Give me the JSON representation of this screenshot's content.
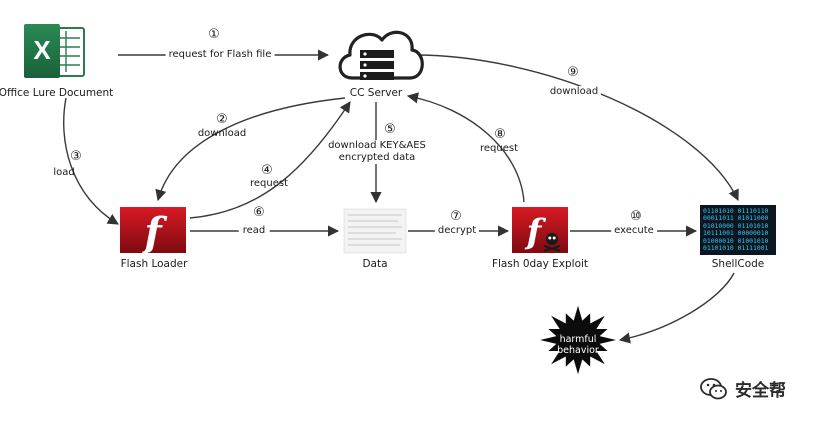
{
  "nodes": {
    "office": {
      "label": "Office Lure Document"
    },
    "server": {
      "label": "CC Server"
    },
    "loader": {
      "label": "Flash Loader"
    },
    "data": {
      "label": "Data"
    },
    "exploit": {
      "label": "Flash 0day Exploit"
    },
    "shellcode": {
      "label": "ShellCode",
      "binary_lines": [
        "01101010 01110110",
        "00011011 01011000",
        "01010000 01101010",
        "10111001 00000010",
        "01000010 01001010",
        "01101010 01111001"
      ]
    },
    "harmful": {
      "line1": "harmful",
      "line2": "behavior"
    }
  },
  "steps": {
    "s1": {
      "num": "①",
      "label": "request for Flash file"
    },
    "s2": {
      "num": "②",
      "label": "download"
    },
    "s3": {
      "num": "③",
      "label": "load"
    },
    "s4": {
      "num": "④",
      "label": "request"
    },
    "s5": {
      "num": "⑤",
      "line1": "download KEY&AES",
      "line2": "encrypted data"
    },
    "s6": {
      "num": "⑥",
      "label": "read"
    },
    "s7": {
      "num": "⑦",
      "label": "decrypt"
    },
    "s8": {
      "num": "⑧",
      "label": "request"
    },
    "s9": {
      "num": "⑨",
      "label": "download"
    },
    "s10": {
      "num": "⑩",
      "label": "execute"
    }
  },
  "watermark": {
    "text": "安全帮"
  },
  "colors": {
    "excel_green": "#1f7244",
    "flash_red": "#b3101a",
    "shellcode_bg": "#0b1720",
    "shellcode_text": "#38c3ee",
    "arrow": "#3a3a3a"
  }
}
